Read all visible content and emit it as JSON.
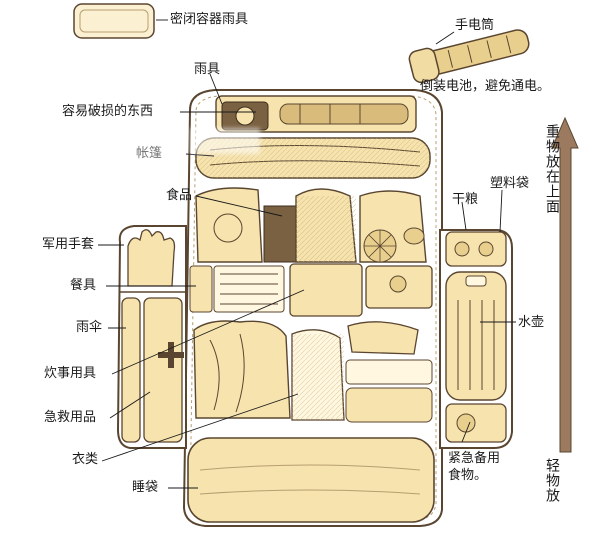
{
  "labels": {
    "sealed_container": "密闭容器雨具",
    "flashlight": "手电筒",
    "battery_note": "倒装电池，避免通电。",
    "raingear": "雨具",
    "fragile": "容易破损的东西",
    "tent": "帐篷",
    "heavy_top": "重物放在上面",
    "plastic_bag": "塑料袋",
    "food": "食品",
    "dry_food": "干粮",
    "gloves": "军用手套",
    "utensils": "餐具",
    "water_bottle": "水壶",
    "umbrella": "雨伞",
    "cookware": "炊事用具",
    "first_aid": "急救用品",
    "emergency_food": "紧急备用食物。",
    "clothes": "衣类",
    "light_bottom": "轻物放",
    "sleeping_bag": "睡袋"
  },
  "colors": {
    "bag_fill": "#f6e3ad",
    "outline": "#5a4630",
    "arrow": "#8a6a50",
    "text": "#1a1a1a"
  }
}
